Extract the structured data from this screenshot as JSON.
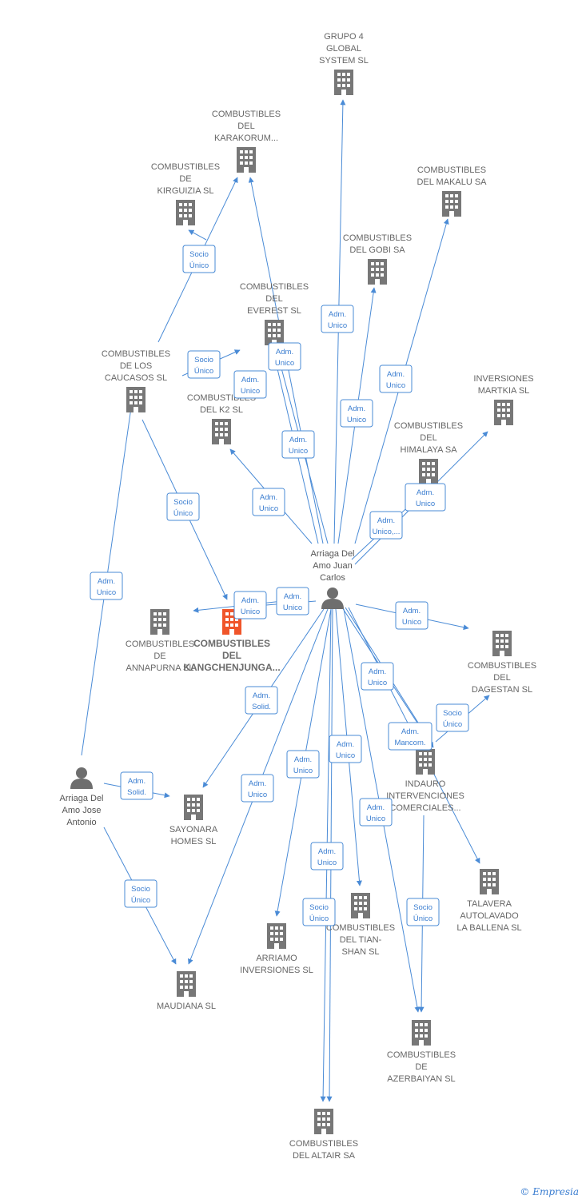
{
  "colors": {
    "edge": "#4a8bd6",
    "building": "#777777",
    "focus": "#f0552a",
    "person": "#6e6e6e"
  },
  "nodes": [
    {
      "id": "grupo4",
      "type": "company",
      "lines": [
        "GRUPO 4",
        "GLOBAL",
        "SYSTEM  SL"
      ]
    },
    {
      "id": "karakorum",
      "type": "company",
      "lines": [
        "COMBUSTIBLES",
        "DEL",
        "KARAKORUM..."
      ]
    },
    {
      "id": "makalu",
      "type": "company",
      "lines": [
        "COMBUSTIBLES",
        "DEL MAKALU SA"
      ]
    },
    {
      "id": "kirguizia",
      "type": "company",
      "lines": [
        "COMBUSTIBLES",
        "DE",
        "KIRGUIZIA  SL"
      ]
    },
    {
      "id": "gobi",
      "type": "company",
      "lines": [
        "COMBUSTIBLES",
        "DEL GOBI SA"
      ]
    },
    {
      "id": "everest",
      "type": "company",
      "lines": [
        "COMBUSTIBLES",
        "DEL",
        "EVEREST  SL"
      ]
    },
    {
      "id": "caucasos",
      "type": "company",
      "lines": [
        "COMBUSTIBLES",
        "DE LOS",
        "CAUCASOS  SL"
      ]
    },
    {
      "id": "k2",
      "type": "company",
      "lines": [
        "COMBUSTIBLES",
        "DEL K2  SL"
      ]
    },
    {
      "id": "martkia",
      "type": "company",
      "lines": [
        "INVERSIONES",
        "MARTKIA  SL"
      ]
    },
    {
      "id": "himalaya",
      "type": "company",
      "lines": [
        "COMBUSTIBLES",
        "DEL",
        "HIMALAYA SA"
      ]
    },
    {
      "id": "juancarlos",
      "type": "person",
      "lines": [
        "Arriaga Del",
        "Amo Juan",
        "Carlos"
      ]
    },
    {
      "id": "annapurna",
      "type": "company",
      "lines": [
        "COMBUSTIBLES",
        "DE",
        "ANNAPURNA  SL"
      ]
    },
    {
      "id": "kangchenjunga",
      "type": "focus",
      "lines": [
        "COMBUSTIBLES",
        "DEL",
        "KANGCHENJUNGA..."
      ]
    },
    {
      "id": "dagestan",
      "type": "company",
      "lines": [
        "COMBUSTIBLES",
        "DEL",
        "DAGESTAN  SL"
      ]
    },
    {
      "id": "indauro",
      "type": "company",
      "lines": [
        "INDAURO",
        "INTERVENCIONES",
        "COMERCIALES..."
      ]
    },
    {
      "id": "joseantonio",
      "type": "person",
      "lines": [
        "Arriaga Del",
        "Amo Jose",
        "Antonio"
      ]
    },
    {
      "id": "sayonara",
      "type": "company",
      "lines": [
        "SAYONARA",
        "HOMES  SL"
      ]
    },
    {
      "id": "talavera",
      "type": "company",
      "lines": [
        "TALAVERA",
        "AUTOLAVADO",
        "LA BALLENA  SL"
      ]
    },
    {
      "id": "tianshan",
      "type": "company",
      "lines": [
        "COMBUSTIBLES",
        "DEL TIAN-",
        "SHAN  SL"
      ]
    },
    {
      "id": "arriamo",
      "type": "company",
      "lines": [
        "ARRIAMO",
        "INVERSIONES SL"
      ]
    },
    {
      "id": "maudiana",
      "type": "company",
      "lines": [
        "MAUDIANA  SL"
      ]
    },
    {
      "id": "azerbaiyan",
      "type": "company",
      "lines": [
        "COMBUSTIBLES",
        "DE",
        "AZERBAIYAN  SL"
      ]
    },
    {
      "id": "altair",
      "type": "company",
      "lines": [
        "COMBUSTIBLES",
        "DEL ALTAIR SA"
      ]
    }
  ],
  "edges": [
    {
      "from": "juancarlos",
      "to": "grupo4",
      "label": [
        "Adm.",
        "Unico"
      ]
    },
    {
      "from": "juancarlos",
      "to": "karakorum",
      "label": [
        "Adm.",
        "Unico"
      ]
    },
    {
      "from": "juancarlos",
      "to": "makalu",
      "label": [
        "Adm.",
        "Unico"
      ]
    },
    {
      "from": "juancarlos",
      "to": "gobi",
      "label": [
        "Adm.",
        "Unico"
      ]
    },
    {
      "from": "juancarlos",
      "to": "everest",
      "label": [
        "Adm.",
        "Unico"
      ]
    },
    {
      "from": "juancarlos",
      "to": "caucasos",
      "label": [
        "Adm.",
        "Unico"
      ]
    },
    {
      "from": "juancarlos",
      "to": "k2",
      "label": [
        "Adm.",
        "Unico"
      ]
    },
    {
      "from": "juancarlos",
      "to": "martkia",
      "label": [
        "Adm.",
        "Unico"
      ]
    },
    {
      "from": "juancarlos",
      "to": "himalaya",
      "label": [
        "Adm.",
        "Unico,..."
      ]
    },
    {
      "from": "caucasos",
      "to": "karakorum",
      "label": [
        "Socio",
        "Único"
      ]
    },
    {
      "from": "caucasos",
      "to": "kirguizia",
      "label": [
        "Socio",
        "Único"
      ]
    },
    {
      "from": "caucasos",
      "to": "everest",
      "label": [
        "Socio",
        "Único"
      ]
    },
    {
      "from": "caucasos",
      "to": "kangchenjunga",
      "label": [
        "Socio",
        "Único"
      ]
    },
    {
      "from": "juancarlos",
      "to": "annapurna",
      "label": [
        "Adm.",
        "Unico"
      ]
    },
    {
      "from": "juancarlos",
      "to": "kangchenjunga",
      "label": [
        "Adm.",
        "Unico"
      ]
    },
    {
      "from": "juancarlos",
      "to": "dagestan",
      "label": [
        "Adm.",
        "Unico"
      ]
    },
    {
      "from": "juancarlos",
      "to": "indauro",
      "label": [
        "Adm.",
        "Unico"
      ]
    },
    {
      "from": "indauro",
      "to": "dagestan",
      "label": [
        "Socio",
        "Único"
      ]
    },
    {
      "from": "juancarlos",
      "to": "indauro",
      "label": [
        "Adm.",
        "Mancom."
      ]
    },
    {
      "from": "juancarlos",
      "to": "sayonara",
      "label": [
        "Adm.",
        "Solid."
      ]
    },
    {
      "from": "joseantonio",
      "to": "sayonara",
      "label": [
        "Adm.",
        "Solid."
      ]
    },
    {
      "from": "joseantonio",
      "to": "caucasos",
      "label": [
        "Adm.",
        "Unico"
      ]
    },
    {
      "from": "joseantonio",
      "to": "maudiana",
      "label": [
        "Socio",
        "Único"
      ]
    },
    {
      "from": "juancarlos",
      "to": "maudiana",
      "label": [
        "Adm.",
        "Unico"
      ]
    },
    {
      "from": "juancarlos",
      "to": "arriamo",
      "label": [
        "Adm.",
        "Unico"
      ]
    },
    {
      "from": "juancarlos",
      "to": "tianshan",
      "label": [
        "Adm.",
        "Unico"
      ]
    },
    {
      "from": "juancarlos",
      "to": "azerbaiyan",
      "label": [
        "Adm.",
        "Unico"
      ]
    },
    {
      "from": "juancarlos",
      "to": "altair",
      "label": [
        "Adm.",
        "Unico"
      ]
    },
    {
      "from": "juancarlos",
      "to": "altair",
      "label": [
        "Socio",
        "Único"
      ]
    },
    {
      "from": "indauro",
      "to": "azerbaiyan",
      "label": [
        "Socio",
        "Único"
      ]
    },
    {
      "from": "juancarlos",
      "to": "talavera",
      "label": []
    }
  ],
  "footer": {
    "copyright": "© Empresia"
  }
}
